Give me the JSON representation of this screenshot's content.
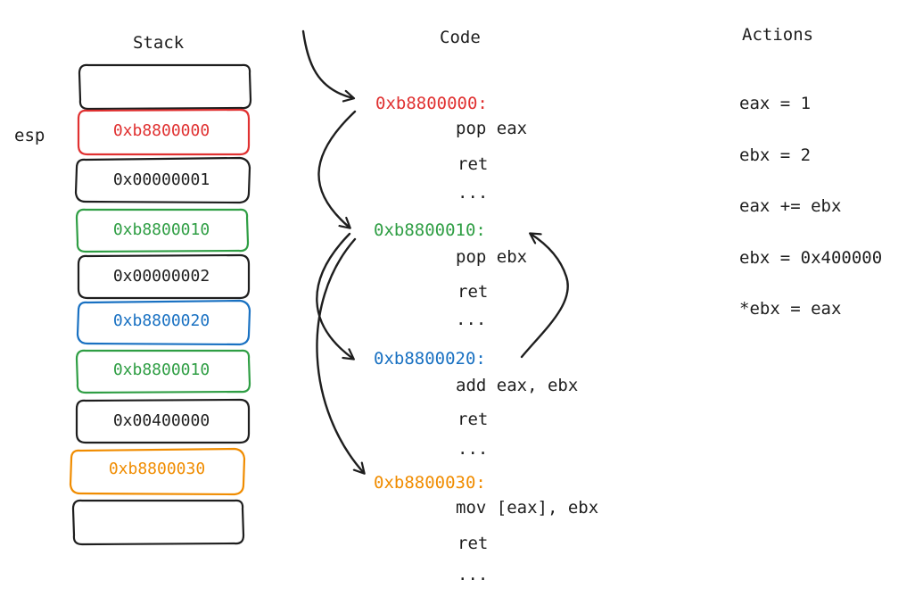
{
  "headings": {
    "stack": "Stack",
    "code": "Code",
    "actions": "Actions"
  },
  "esp_label": "esp",
  "colors": {
    "ink": "#1e1e1e",
    "red": "#e03131",
    "green": "#2f9e44",
    "blue": "#1971c2",
    "orange": "#f08c00"
  },
  "stack": [
    {
      "text": "",
      "color": "ink"
    },
    {
      "text": "0xb8800000",
      "color": "red"
    },
    {
      "text": "0x00000001",
      "color": "ink"
    },
    {
      "text": "0xb8800010",
      "color": "green"
    },
    {
      "text": "0x00000002",
      "color": "ink"
    },
    {
      "text": "0xb8800020",
      "color": "blue"
    },
    {
      "text": "0xb8800010",
      "color": "green"
    },
    {
      "text": "0x00400000",
      "color": "ink"
    },
    {
      "text": "0xb8800030",
      "color": "orange"
    },
    {
      "text": "",
      "color": "ink"
    }
  ],
  "code": [
    {
      "label": "0xb8800000:",
      "color": "red",
      "lines": [
        "pop eax",
        "ret",
        "..."
      ]
    },
    {
      "label": "0xb8800010:",
      "color": "green",
      "lines": [
        "pop ebx",
        "ret",
        "..."
      ]
    },
    {
      "label": "0xb8800020:",
      "color": "blue",
      "lines": [
        "add eax, ebx",
        "ret",
        "..."
      ]
    },
    {
      "label": "0xb8800030:",
      "color": "orange",
      "lines": [
        "mov [eax], ebx",
        "ret",
        "..."
      ]
    }
  ],
  "actions": [
    "eax = 1",
    "ebx = 2",
    "eax += ebx",
    "ebx = 0x400000",
    "*ebx = eax"
  ]
}
